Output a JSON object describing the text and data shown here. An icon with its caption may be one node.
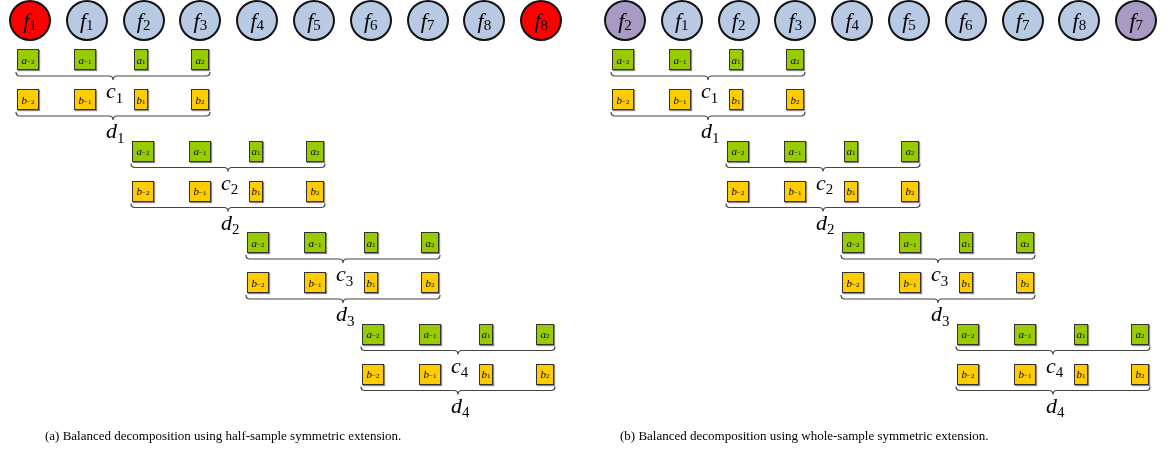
{
  "diagram": {
    "nodes": [
      {
        "text": [
          "f$_{1}$"
        ]
      },
      {
        "text": [
          "f$_{1}$"
        ]
      },
      {
        "text": [
          "f$_{2}$"
        ]
      },
      {
        "text": [
          "f$_{3}$"
        ]
      },
      {
        "text": [
          "f$_{4}$"
        ]
      },
      {
        "text": [
          "f$_{5}$"
        ]
      },
      {
        "text": [
          "f$_{6}$"
        ]
      },
      {
        "text": [
          "f$_{7}$"
        ]
      },
      {
        "text": [
          "f$_{8}$"
        ]
      },
      {
        "text": [
          "f$_{8}$"
        ]
      },
      {
        "text": [
          "a$_{−2}$"
        ]
      },
      {
        "text": [
          "a$_{−1}$"
        ]
      },
      {
        "text": [
          "a$_{1}$"
        ]
      },
      {
        "text": [
          "a$_{2}$"
        ]
      },
      {
        "text": [
          "b$_{−2}$"
        ]
      },
      {
        "text": [
          "b$_{−1}$"
        ]
      },
      {
        "text": [
          "b$_{1}$"
        ]
      },
      {
        "text": [
          "b$_{2}$"
        ]
      },
      {
        "text": [
          "a$_{−2}$"
        ]
      },
      {
        "text": [
          "a$_{−1}$"
        ]
      },
      {
        "text": [
          "a$_{1}$"
        ]
      },
      {
        "text": [
          "a$_{2}$"
        ]
      },
      {
        "text": [
          "b$_{−2}$"
        ]
      },
      {
        "text": [
          "b$_{−1}$"
        ]
      },
      {
        "text": [
          "b$_{1}$"
        ]
      },
      {
        "text": [
          "b$_{2}$"
        ]
      },
      {
        "text": [
          "a$_{−2}$"
        ]
      },
      {
        "text": [
          "a$_{−1}$"
        ]
      },
      {
        "text": [
          "a$_{1}$"
        ]
      },
      {
        "text": [
          "a$_{2}$"
        ]
      },
      {
        "text": [
          "b$_{−2}$"
        ]
      },
      {
        "text": [
          "b$_{−1}$"
        ]
      },
      {
        "text": [
          "b$_{1}$"
        ]
      },
      {
        "text": [
          "b$_{2}$"
        ]
      },
      {
        "text": [
          "a$_{−2}$"
        ]
      },
      {
        "text": [
          "a$_{−1}$"
        ]
      },
      {
        "text": [
          "a$_{1}$"
        ]
      },
      {
        "text": [
          "a$_{2}$"
        ]
      },
      {
        "text": [
          "b$_{−2}$"
        ]
      },
      {
        "text": [
          "b$_{−1}$"
        ]
      },
      {
        "text": [
          "b$_{1}$"
        ]
      },
      {
        "text": [
          "b$_{2}$"
        ]
      },
      {
        "text": [
          "f$_{2}$"
        ]
      },
      {
        "text": [
          "f$_{1}$"
        ]
      },
      {
        "text": [
          "f$_{2}$"
        ]
      },
      {
        "text": [
          "f$_{3}$"
        ]
      },
      {
        "text": [
          "f$_{4}$"
        ]
      },
      {
        "text": [
          "f$_{5}$"
        ]
      },
      {
        "text": [
          "f$_{6}$"
        ]
      },
      {
        "text": [
          "f$_{7}$"
        ]
      },
      {
        "text": [
          "f$_{8}$"
        ]
      },
      {
        "text": [
          "f$_{7}$"
        ]
      },
      {
        "text": [
          "a$_{−2}$"
        ]
      },
      {
        "text": [
          "a$_{−1}$"
        ]
      },
      {
        "text": [
          "a$_{1}$"
        ]
      },
      {
        "text": [
          "a$_{2}$"
        ]
      },
      {
        "text": [
          "b$_{−2}$"
        ]
      },
      {
        "text": [
          "b$_{−1}$"
        ]
      },
      {
        "text": [
          "b$_{1}$"
        ]
      },
      {
        "text": [
          "b$_{2}$"
        ]
      },
      {
        "text": [
          "a$_{−2}$"
        ]
      },
      {
        "text": [
          "a$_{−1}$"
        ]
      },
      {
        "text": [
          "a$_{1}$"
        ]
      },
      {
        "text": [
          "a$_{2}$"
        ]
      },
      {
        "text": [
          "b$_{−2}$"
        ]
      },
      {
        "text": [
          "b$_{−1}$"
        ]
      },
      {
        "text": [
          "b$_{1}$"
        ]
      },
      {
        "text": [
          "b$_{2}$"
        ]
      },
      {
        "text": [
          "a$_{−2}$"
        ]
      },
      {
        "text": [
          "a$_{−1}$"
        ]
      },
      {
        "text": [
          "a$_{1}$"
        ]
      },
      {
        "text": [
          "a$_{2}$"
        ]
      },
      {
        "text": [
          "b$_{−2}$"
        ]
      },
      {
        "text": [
          "b$_{−1}$"
        ]
      },
      {
        "text": [
          "b$_{1}$"
        ]
      },
      {
        "text": [
          "b$_{2}$"
        ]
      },
      {
        "text": [
          "a$_{−2}$"
        ]
      },
      {
        "text": [
          "a$_{−1}$"
        ]
      },
      {
        "text": [
          "a$_{1}$"
        ]
      },
      {
        "text": [
          "a$_{2}$"
        ]
      },
      {
        "text": [
          "b$_{−2}$"
        ]
      },
      {
        "text": [
          "b$_{−1}$"
        ]
      },
      {
        "text": [
          "b$_{1}$"
        ]
      },
      {
        "text": [
          "b$_{2}$"
        ]
      }
    ],
    "labels": [
      "c$_{1}$",
      "d$_{1}$",
      "c$_{2}$",
      "d$_{2}$",
      "c$_{3}$",
      "d$_{3}$",
      "c$_{4}$",
      "d$_{4}$",
      "(a)  Balanced decomposition using half-sample symmetric extension.",
      "c$_{1}$",
      "d$_{1}$",
      "c$_{2}$",
      "d$_{2}$",
      "c$_{3}$",
      "d$_{3}$",
      "c$_{4}$",
      "d$_{4}$",
      "(b)  Balanced decomposition using whole-sample symmetric extension."
    ]
  }
}
